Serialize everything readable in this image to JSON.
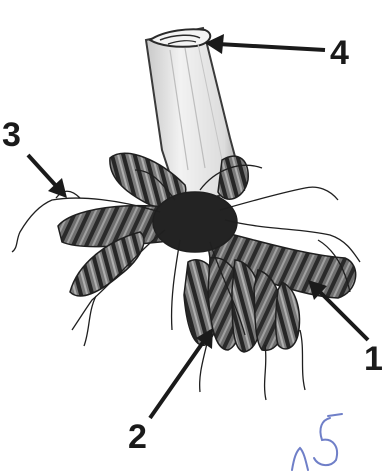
{
  "figure": {
    "callouts": [
      {
        "id": "callout-4",
        "label": "4"
      },
      {
        "id": "callout-3",
        "label": "3"
      },
      {
        "id": "callout-1",
        "label": "1"
      },
      {
        "id": "callout-2",
        "label": "2"
      }
    ],
    "handwritten_mark": "n5"
  },
  "colors": {
    "ink": "#1a1a1a",
    "stem_fill": "#e4e4e4",
    "tuber_fill": "#6a6a6a",
    "pen_blue": "#6f7fc8"
  }
}
